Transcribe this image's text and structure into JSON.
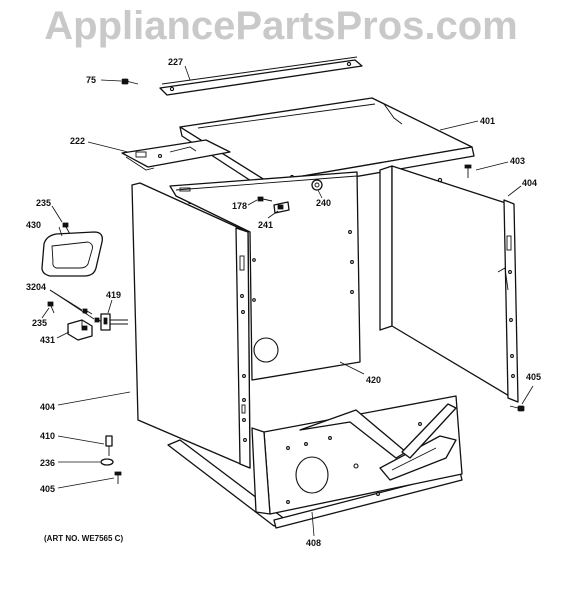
{
  "watermark": "AppliancePartsPros.com",
  "art_number": "(ART NO. WE7565 C)",
  "callouts": {
    "c227": "227",
    "c75": "75",
    "c401": "401",
    "c222": "222",
    "c403": "403",
    "c404_right": "404",
    "c235_top": "235",
    "c178": "178",
    "c240": "240",
    "c430": "430",
    "c241": "241",
    "c3204": "3204",
    "c419": "419",
    "c235_mid": "235",
    "c431": "431",
    "c420": "420",
    "c405_right": "405",
    "c404_left": "404",
    "c410": "410",
    "c236": "236",
    "c405_left": "405",
    "c408": "408"
  }
}
